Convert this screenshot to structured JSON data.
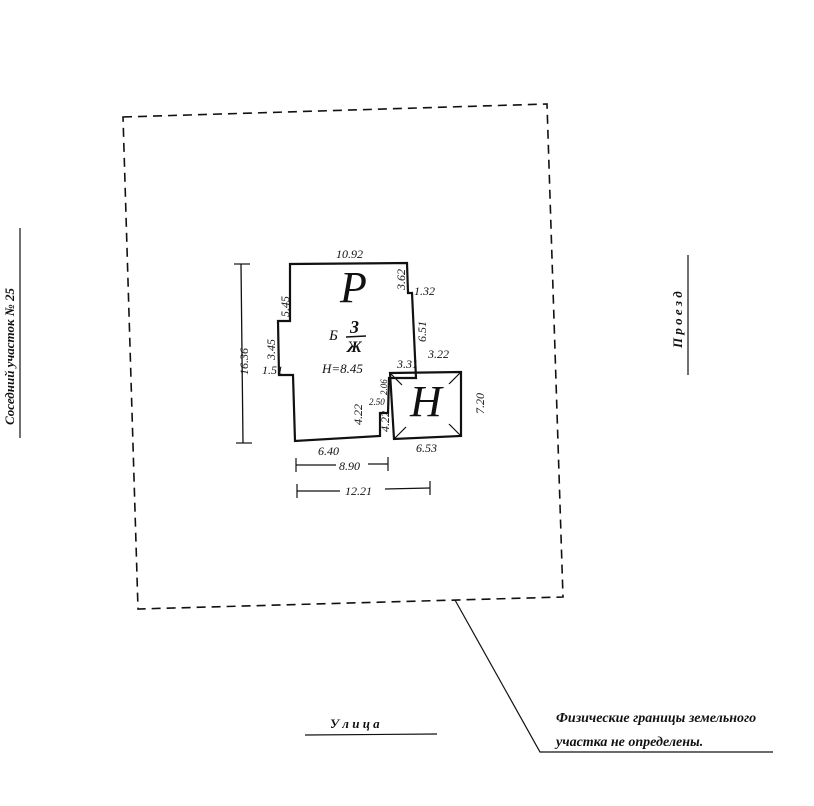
{
  "labels": {
    "room_main": "Р",
    "room_annex": "Н",
    "building_material": "Б",
    "floors": "3",
    "building_type": "Ж",
    "height": "Н=8.45",
    "neighbor": "Соседний  участок № 25",
    "driveway": "П р о е з д",
    "street": "У л и ц а",
    "note_line1": "Физические границы земельного",
    "note_line2": "участка не определены."
  },
  "dimensions": {
    "top": "10.92",
    "top_right_step": "3.62",
    "right_small": "1.32",
    "right_mid": "6.51",
    "annex_top_left": "3.31",
    "annex_top_right": "3.22",
    "annex_right": "7.20",
    "annex_bottom": "6.53",
    "left_upper": "5.45",
    "left_mid": "3.45",
    "left_lower": "1.51",
    "overall_height": "16.36",
    "inner_a": "4.22",
    "inner_b": "2.50",
    "inner_c": "2.06",
    "inner_d": "4.22",
    "bottom": "6.40",
    "width_890": "8.90",
    "width_1221": "12.21"
  },
  "colors": {
    "ink": "#111111",
    "paper": "#ffffff"
  }
}
